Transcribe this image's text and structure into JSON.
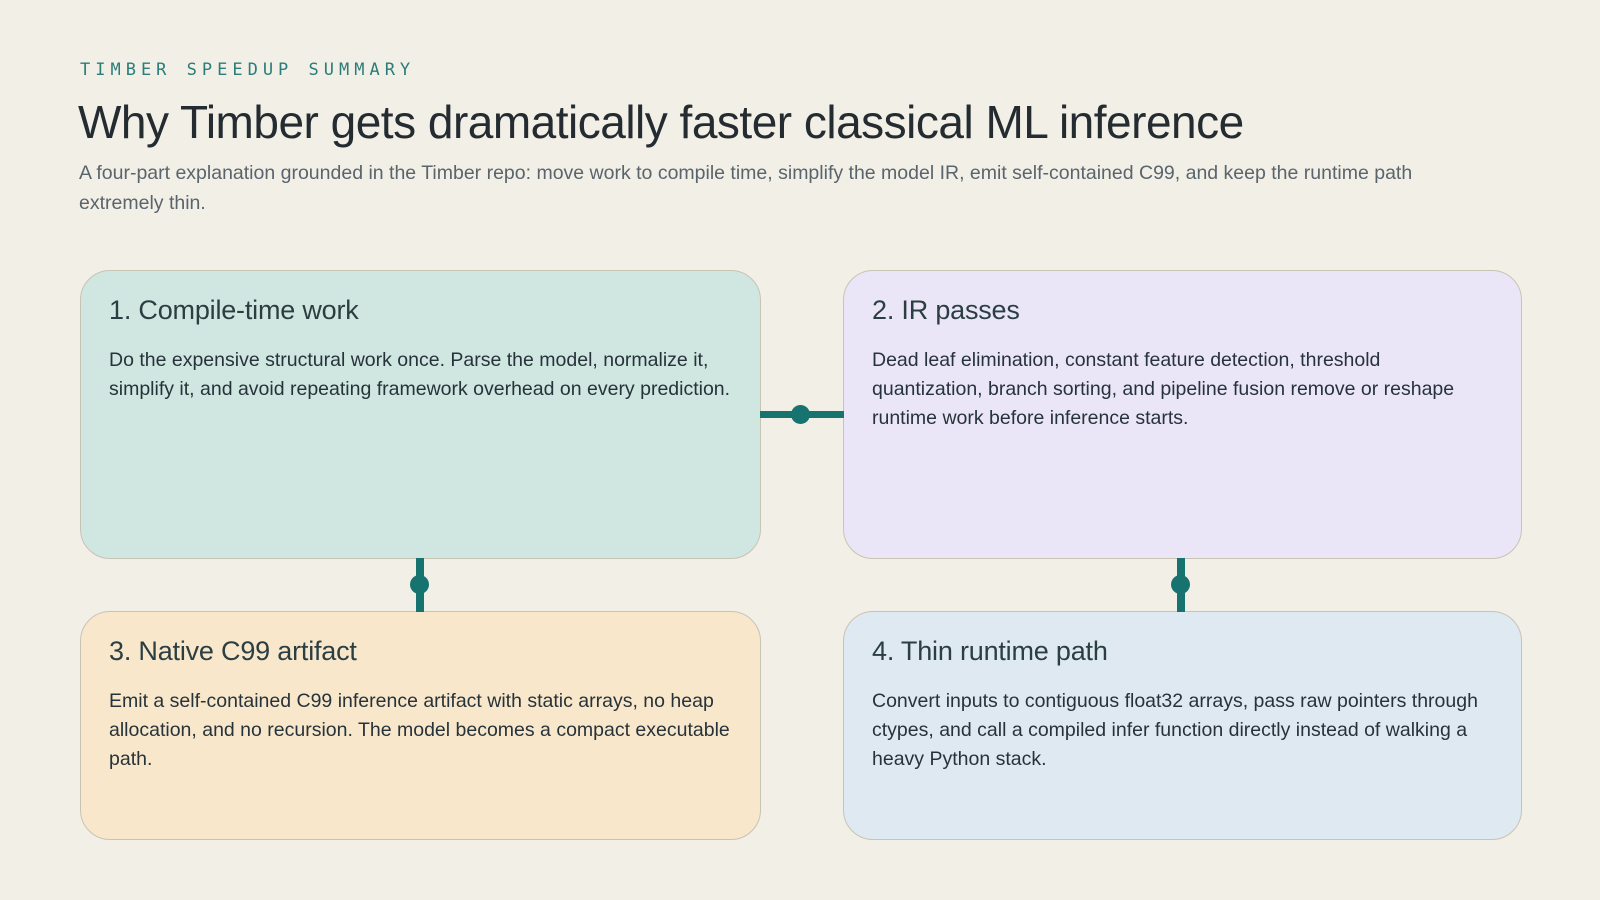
{
  "header": {
    "eyebrow": "TIMBER SPEEDUP SUMMARY",
    "title": "Why Timber gets dramatically faster classical ML inference",
    "subtitle": "A four-part explanation grounded in the Timber repo: move work to compile time, simplify the model IR, emit self-contained C99, and keep the runtime path extremely thin."
  },
  "cards": [
    {
      "title": "1. Compile-time work",
      "body": "Do the expensive structural work once. Parse the model, normalize it, simplify it, and avoid repeating framework overhead on every prediction.",
      "bg": "#cfe7e0"
    },
    {
      "title": "2. IR passes",
      "body": "Dead leaf elimination, constant feature detection, threshold quantization, branch sorting, and pipeline fusion remove or reshape runtime work before inference starts.",
      "bg": "#eae6f8"
    },
    {
      "title": "3. Native C99 artifact",
      "body": "Emit a self-contained C99 inference artifact with static arrays, no heap allocation, and no recursion. The model becomes a compact executable path.",
      "bg": "#f8e7cb"
    },
    {
      "title": "4. Thin runtime path",
      "body": "Convert inputs to contiguous float32 arrays, pass raw pointers through ctypes, and call a compiled infer function directly instead of walking a heavy Python stack.",
      "bg": "#dfe9f1"
    }
  ],
  "colors": {
    "page_background": "#f2efe6",
    "accent_teal": "#17736f",
    "eyebrow_text": "#2a7d7a",
    "title_text": "#242c31",
    "subtitle_text": "#5a646d",
    "card_title_text": "#2b3e42",
    "card_body_text": "#27333a",
    "card_border": "#c9c3b4",
    "card_1_bg": "#cfe7e0",
    "card_2_bg": "#eae6f8",
    "card_3_bg": "#f8e7cb",
    "card_4_bg": "#dfe9f1"
  }
}
